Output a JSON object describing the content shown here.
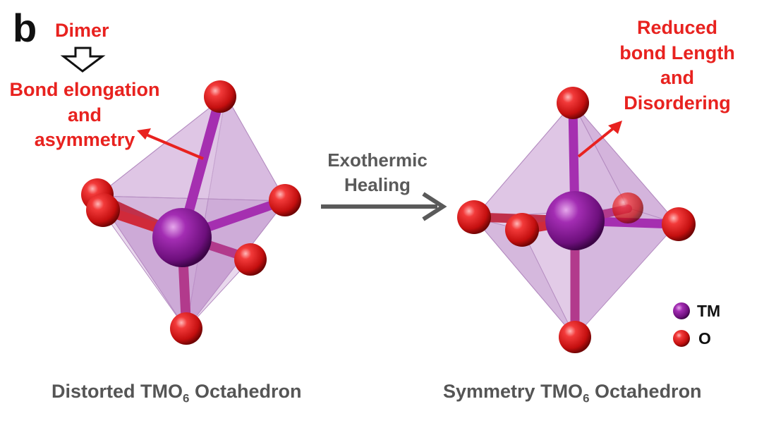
{
  "panel_label": "b",
  "left": {
    "annotation_top": "Dimer",
    "annotation_main": [
      "Bond elongation",
      "and",
      "asymmetry"
    ],
    "caption_prefix": "Distorted TMO",
    "caption_sub": "6",
    "caption_suffix": " Octahedron"
  },
  "middle": {
    "process_lines": [
      "Exothermic",
      "Healing"
    ]
  },
  "right": {
    "annotation": [
      "Reduced",
      "bond Length",
      "and",
      "Disordering"
    ],
    "caption_prefix": "Symmetry TMO",
    "caption_sub": "6",
    "caption_suffix": " Octahedron"
  },
  "legend": {
    "items": [
      {
        "label": "TM",
        "color": "#8b1a9a"
      },
      {
        "label": "O",
        "color": "#e01c1c"
      }
    ]
  },
  "colors": {
    "annotation_red": "#e8221f",
    "octahedron_fill": "#c48fd0",
    "tm_purple": "#8b1a9a",
    "oxygen_red": "#e01c1c",
    "arrow_gray": "#5a5a5a"
  }
}
